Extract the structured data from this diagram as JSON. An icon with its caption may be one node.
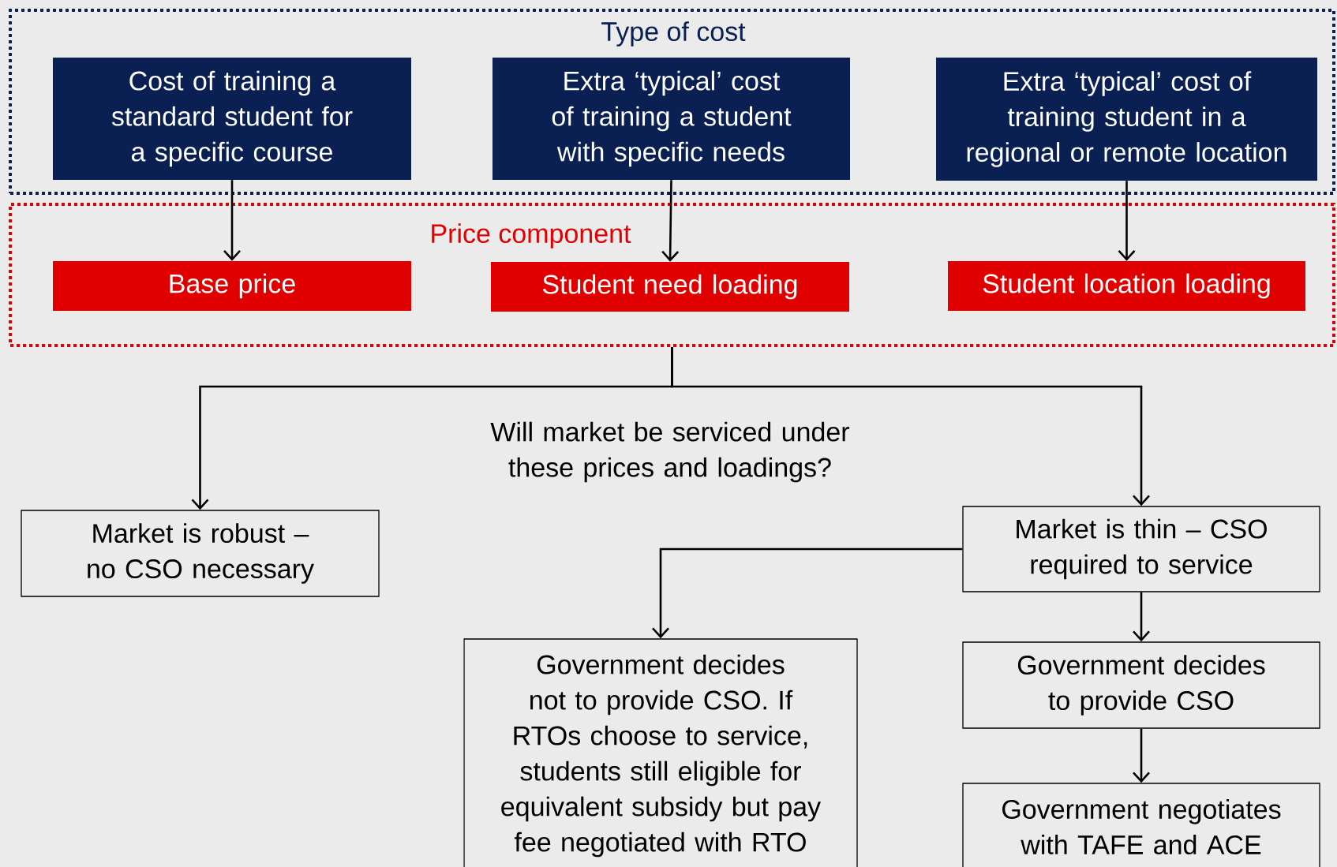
{
  "diagram": {
    "nodes": [
      {
        "text": [
          "Type of cost"
        ]
      },
      {
        "text": [
          "Cost of training a standard student for a specific course"
        ],
        "in": 0
      },
      {
        "text": [
          "Extra ‘typical’ cost of training a student with specific needs"
        ],
        "in": 0
      },
      {
        "text": [
          "Extra ‘typical’ cost of training student in a regional or remote location"
        ],
        "in": 0
      },
      {
        "text": [
          "Price component"
        ]
      },
      {
        "text": [
          "Base price"
        ],
        "in": 4
      },
      {
        "text": [
          "Student need loading"
        ],
        "in": 4
      },
      {
        "text": [
          "Student location loading"
        ],
        "in": 4
      },
      {
        "text": [
          "Market is robust – no CSO necessary"
        ]
      },
      {
        "text": [
          "Market is thin – CSO required to service"
        ]
      },
      {
        "text": [
          "Government decides not to provide CSO.  If RTOs choose to service, students still eligible for equivalent subsidy but pay fee negotiated with RTO"
        ]
      },
      {
        "text": [
          "Government decides to provide CSO"
        ]
      },
      {
        "text": [
          "Government negotiates with TAFE and ACE"
        ]
      }
    ],
    "edges": [
      {
        "from": 1,
        "to": 5,
        "arrow": "to"
      },
      {
        "from": 2,
        "to": 6,
        "arrow": "to"
      },
      {
        "from": 3,
        "to": 7,
        "arrow": "to"
      },
      {
        "from": 4,
        "to": 8,
        "arrow": "to"
      },
      {
        "from": 4,
        "to": 9,
        "arrow": "to"
      },
      {
        "from": 9,
        "to": 10,
        "arrow": "to"
      },
      {
        "from": 9,
        "to": 11,
        "arrow": "to"
      },
      {
        "from": 11,
        "to": 12,
        "arrow": "to"
      }
    ],
    "labels": [
      "Will market be serviced under these prices and loadings?"
    ]
  }
}
